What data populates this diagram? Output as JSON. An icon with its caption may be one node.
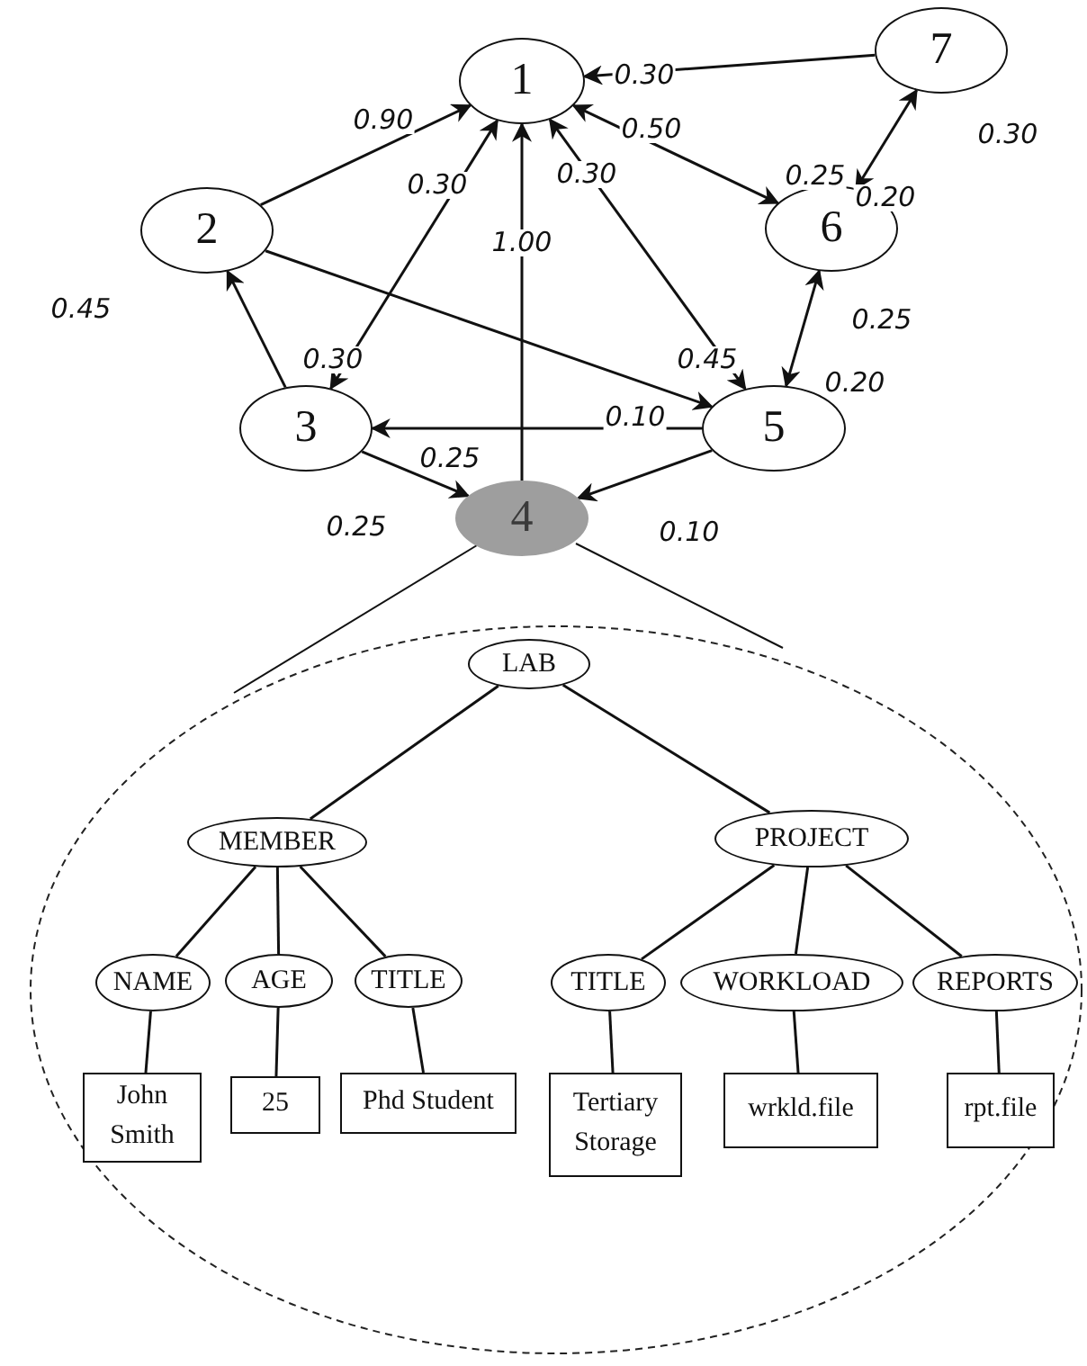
{
  "diagram": {
    "nodes": [
      {
        "text": [
          "1"
        ]
      },
      {
        "text": [
          "2"
        ]
      },
      {
        "text": [
          "3"
        ]
      },
      {
        "text": [
          "4"
        ]
      },
      {
        "text": [
          "5"
        ]
      },
      {
        "text": [
          "6"
        ]
      },
      {
        "text": [
          "7"
        ]
      },
      {
        "text": [],
        "shape": "ellipse"
      },
      {
        "text": [
          "LAB"
        ],
        "in": 7
      },
      {
        "text": [
          "MEMBER"
        ],
        "in": 7
      },
      {
        "text": [
          "PROJECT"
        ],
        "in": 7
      },
      {
        "text": [
          "NAME"
        ],
        "in": 7
      },
      {
        "text": [
          "AGE"
        ],
        "in": 7
      },
      {
        "text": [
          "TITLE"
        ],
        "in": 7
      },
      {
        "text": [
          "TITLE"
        ],
        "in": 7
      },
      {
        "text": [
          "WORKLOAD"
        ],
        "in": 7
      },
      {
        "text": [
          "REPORTS"
        ],
        "in": 7
      },
      {
        "text": [
          "John Smith"
        ],
        "in": 7
      },
      {
        "text": [
          "25"
        ],
        "in": 7
      },
      {
        "text": [
          "Phd Student"
        ],
        "in": 7
      },
      {
        "text": [
          "Tertiary Storage"
        ],
        "in": 7
      },
      {
        "text": [
          "wrkld.file"
        ],
        "in": 7
      },
      {
        "text": [
          "rpt.file"
        ],
        "in": 7
      }
    ],
    "edges": [
      {
        "from": 1,
        "to": 0,
        "arrow": "to",
        "label": "0.90"
      },
      {
        "from": 2,
        "to": 0,
        "arrow": "both",
        "label": "0.30"
      },
      {
        "from": 3,
        "to": 0,
        "arrow": "to",
        "label": "1.00"
      },
      {
        "from": 4,
        "to": 0,
        "arrow": "both",
        "label": "0.30"
      },
      {
        "from": 5,
        "to": 0,
        "arrow": "both",
        "label": "0.50"
      },
      {
        "from": 6,
        "to": 0,
        "arrow": "to",
        "label": "0.30"
      },
      {
        "from": 6,
        "to": 5,
        "arrow": "both",
        "label": "0.30"
      },
      {
        "from": 5,
        "to": 4,
        "arrow": "both",
        "label": "0.25"
      },
      {
        "from": 2,
        "to": 1,
        "arrow": "to",
        "label": "0.45"
      },
      {
        "from": 1,
        "to": 4,
        "arrow": "to"
      },
      {
        "from": 4,
        "to": 2,
        "arrow": "to",
        "label": "0.10"
      },
      {
        "from": 2,
        "to": 3,
        "arrow": "to",
        "label": "0.25"
      },
      {
        "from": 4,
        "to": 3,
        "arrow": "to",
        "label": "0.10"
      },
      {
        "from": 3,
        "to": 7,
        "arrow": "none"
      },
      {
        "from": 3,
        "to": 7,
        "arrow": "none"
      },
      {
        "from": 8,
        "to": 9,
        "arrow": "none"
      },
      {
        "from": 8,
        "to": 10,
        "arrow": "none"
      },
      {
        "from": 9,
        "to": 11,
        "arrow": "none"
      },
      {
        "from": 9,
        "to": 12,
        "arrow": "none"
      },
      {
        "from": 9,
        "to": 13,
        "arrow": "none"
      },
      {
        "from": 10,
        "to": 14,
        "arrow": "none"
      },
      {
        "from": 10,
        "to": 15,
        "arrow": "none"
      },
      {
        "from": 10,
        "to": 16,
        "arrow": "none"
      },
      {
        "from": 11,
        "to": 17,
        "arrow": "none"
      },
      {
        "from": 12,
        "to": 18,
        "arrow": "none"
      },
      {
        "from": 13,
        "to": 19,
        "arrow": "none"
      },
      {
        "from": 14,
        "to": 20,
        "arrow": "none"
      },
      {
        "from": 15,
        "to": 21,
        "arrow": "none"
      },
      {
        "from": 16,
        "to": 22,
        "arrow": "none"
      }
    ],
    "labels": [
      "0.30",
      "0.45",
      "0.25",
      "0.20",
      "0.20",
      "0.25"
    ]
  }
}
